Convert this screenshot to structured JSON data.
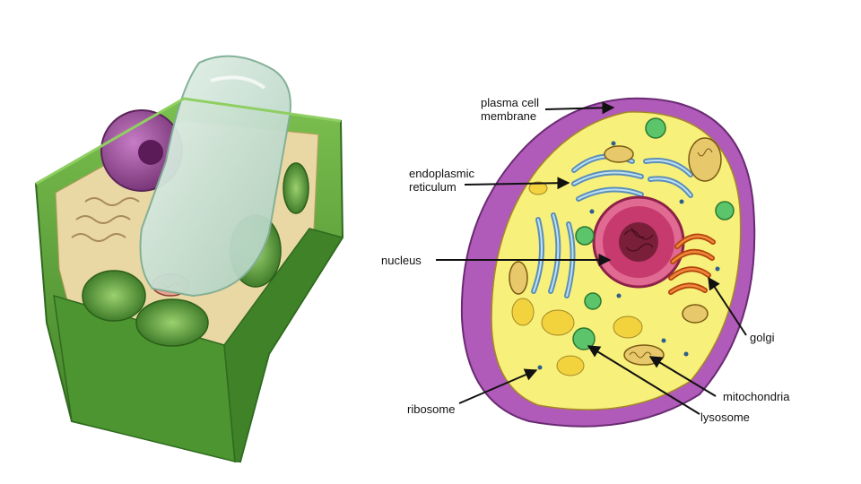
{
  "labels": {
    "plasma_membrane": "plasma cell\nmembrane",
    "er": "endoplasmic\nreticulum",
    "nucleus": "nucleus",
    "ribosome": "ribosome",
    "golgi": "golgi",
    "mitochondria": "mitochondria",
    "lysosome": "lysosome"
  },
  "colors": {
    "plant_wall": "#5aa23a",
    "plant_wall_dark": "#3d7d25",
    "vacuole": "#cfe3d6",
    "plant_nucleus": "#9a4e98",
    "animal_membrane": "#b05ab9",
    "cytoplasm": "#f7f07a",
    "animal_nucleus": "#c73a6e",
    "nucleolus": "#7a1f3a",
    "er": "#7fb3d8",
    "golgi": "#e0631f",
    "mitochondria": "#e7c86a",
    "lysosome": "#5cc46a"
  }
}
